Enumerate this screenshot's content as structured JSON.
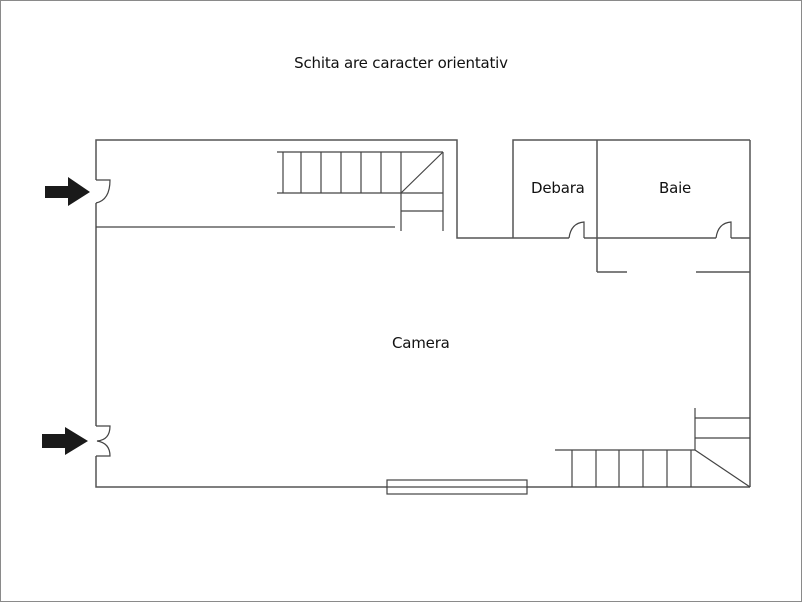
{
  "header": {
    "title": "Schita are caracter orientativ"
  },
  "rooms": {
    "main": {
      "label": "Camera"
    },
    "storage": {
      "label": "Debara"
    },
    "bathroom": {
      "label": "Baie"
    }
  },
  "markers": {
    "entrance_top": {
      "icon": "arrow-right-icon"
    },
    "entrance_bottom": {
      "icon": "arrow-right-icon"
    }
  },
  "colors": {
    "line": "#555555",
    "arrow": "#1a1a1a",
    "border": "#8a8a8a",
    "background": "#ffffff"
  }
}
